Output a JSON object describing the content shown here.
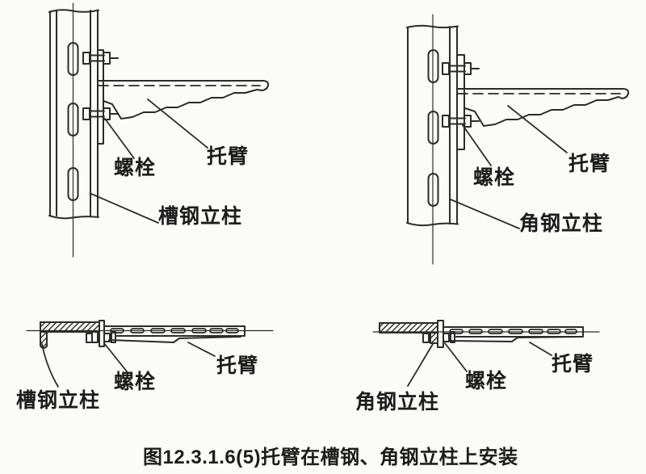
{
  "page": {
    "background_color": "#fbfbf8",
    "line_color": "#2b2b2b",
    "text_color": "#1c1c1c"
  },
  "caption": "图12.3.1.6(5)托臂在槽钢、角钢立柱上安装",
  "diagrams": {
    "front_channel": {
      "bolt_label": "螺栓",
      "bracket_label": "托臂",
      "column_label": "槽钢立柱"
    },
    "front_angle": {
      "bolt_label": "螺栓",
      "bracket_label": "托臂",
      "column_label": "角钢立柱"
    },
    "plan_channel": {
      "bolt_label": "螺栓",
      "bracket_label": "托臂",
      "column_label": "槽钢立柱"
    },
    "plan_angle": {
      "bolt_label": "螺栓",
      "bracket_label": "托臂",
      "column_label": "角钢立柱"
    }
  }
}
